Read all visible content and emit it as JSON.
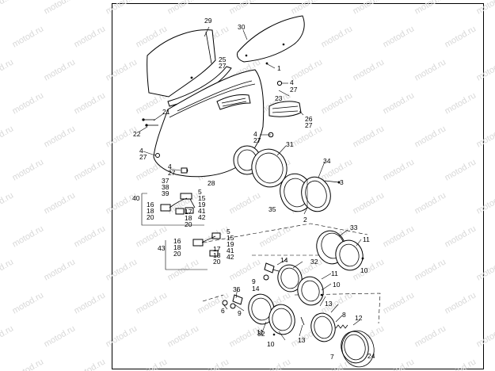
{
  "watermark": {
    "text": "motod.ru"
  },
  "diagram": {
    "callouts": {
      "c1": "1",
      "c2": "2",
      "c3": "3",
      "c4a": "4",
      "c4b": "4",
      "c4c": "4",
      "c4d": "4",
      "c5a": "5",
      "c5b": "5",
      "c6": "6",
      "c7": "7",
      "c8": "8",
      "c9a": "9",
      "c9b": "9",
      "c10a": "10",
      "c10b": "10",
      "c10c": "10",
      "c11a": "11",
      "c11b": "11",
      "c11c": "11",
      "c12": "12",
      "c13a": "13",
      "c13b": "13",
      "c14a": "14",
      "c14b": "14",
      "c15a": "15",
      "c15b": "15",
      "c16a": "16",
      "c16b": "16",
      "c17a": "17",
      "c17b": "17",
      "c18a": "18",
      "c18b": "18",
      "c19a": "19",
      "c19b": "19",
      "c20a": "20",
      "c20b": "20",
      "c21": "21",
      "c22": "22",
      "c23": "23",
      "c24": "24",
      "c25": "25",
      "c26": "26",
      "c27a": "27",
      "c27b": "27",
      "c27c": "27",
      "c27d": "27",
      "c27e": "27",
      "c28": "28",
      "c29": "29",
      "c30": "30",
      "c31": "31",
      "c32a": "32",
      "c32b": "32",
      "c33": "33",
      "c34": "34",
      "c35": "35",
      "c36": "36",
      "c37": "37",
      "c38": "38",
      "c39": "39",
      "c40": "40",
      "c41a": "41",
      "c41b": "41",
      "c42a": "42",
      "c42b": "42",
      "c43": "43"
    }
  }
}
